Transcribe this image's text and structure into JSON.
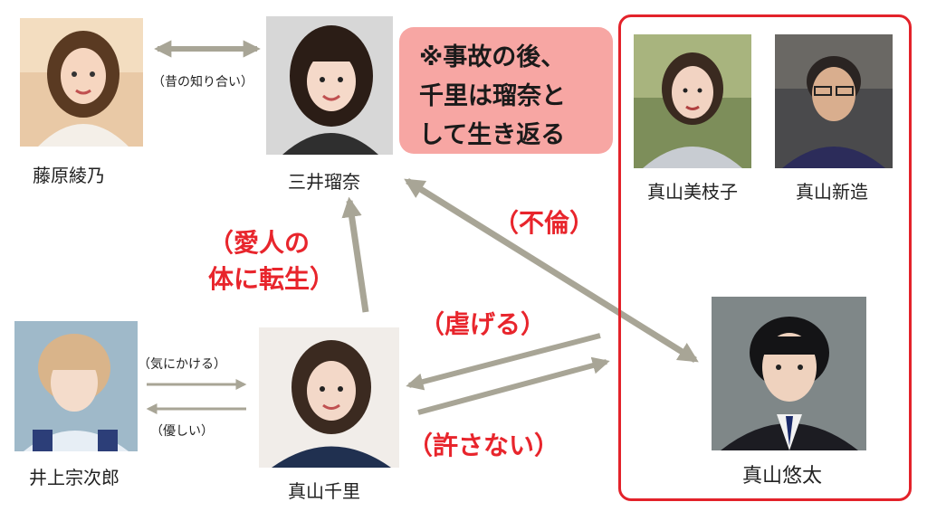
{
  "people": {
    "fujiwara": "藤原綾乃",
    "mitsui": "三井瑠奈",
    "miyoko": "真山美枝子",
    "shinzo": "真山新造",
    "yuta": "真山悠太",
    "chisato": "真山千里",
    "inoue": "井上宗次郎"
  },
  "relations": {
    "old_acquaintance": "（昔の知り合い）",
    "care_about": "（気にかける）",
    "kind": "（優しい）",
    "reincarnated_1": "（愛人の",
    "reincarnated_2": "体に転生）",
    "affair": "（不倫）",
    "abuse": "（虐げる）",
    "not_forgive": "（許さない）"
  },
  "note": {
    "line1": "※事故の後、",
    "line2": "千里は瑠奈と",
    "line3": "して生き返る"
  },
  "colors": {
    "arrow": "#a8a596",
    "highlight_red": "#e8252c",
    "note_bg": "#f7a6a3"
  }
}
